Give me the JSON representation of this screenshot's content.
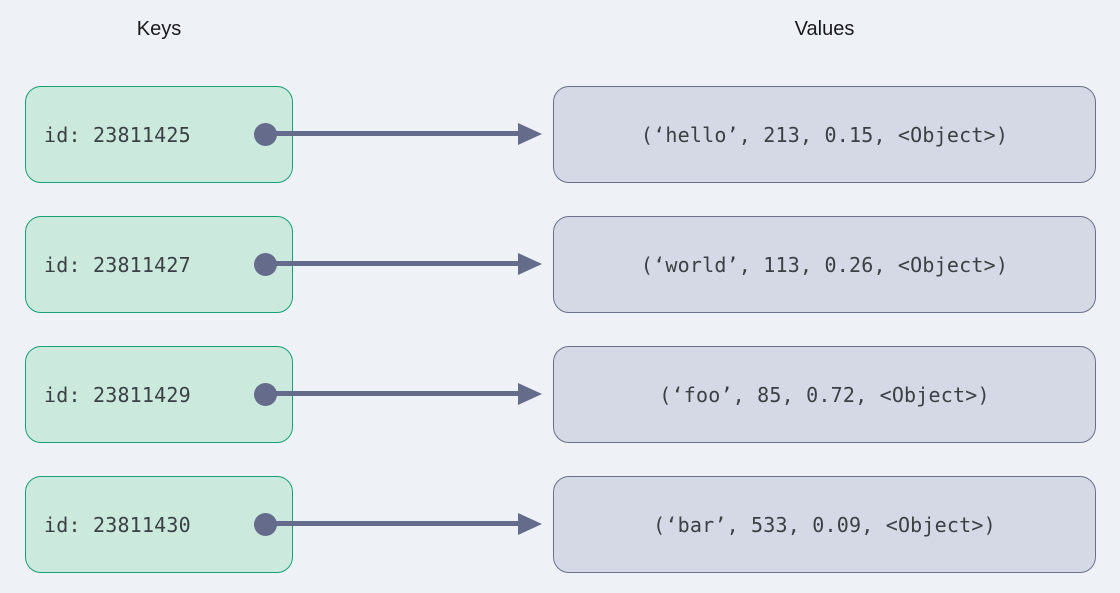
{
  "diagram": {
    "columns": {
      "keys_label": "Keys",
      "values_label": "Values"
    },
    "colors": {
      "background": "#eef2f7",
      "key_fill": "#cbeadd",
      "key_border": "#17a074",
      "value_fill": "#d5d9e5",
      "value_border": "#6a7089",
      "connector": "#656c8b",
      "mono_text": "#3b4045",
      "header_text": "#17191c"
    },
    "rows": [
      {
        "key": "id: 23811425",
        "value": "(‘hello’, 213, 0.15, <Object>)"
      },
      {
        "key": "id: 23811427",
        "value": "(‘world’, 113, 0.26, <Object>)"
      },
      {
        "key": "id: 23811429",
        "value": "(‘foo’, 85, 0.72, <Object>)"
      },
      {
        "key": "id: 23811430",
        "value": "(‘bar’, 533, 0.09, <Object>)"
      }
    ]
  }
}
